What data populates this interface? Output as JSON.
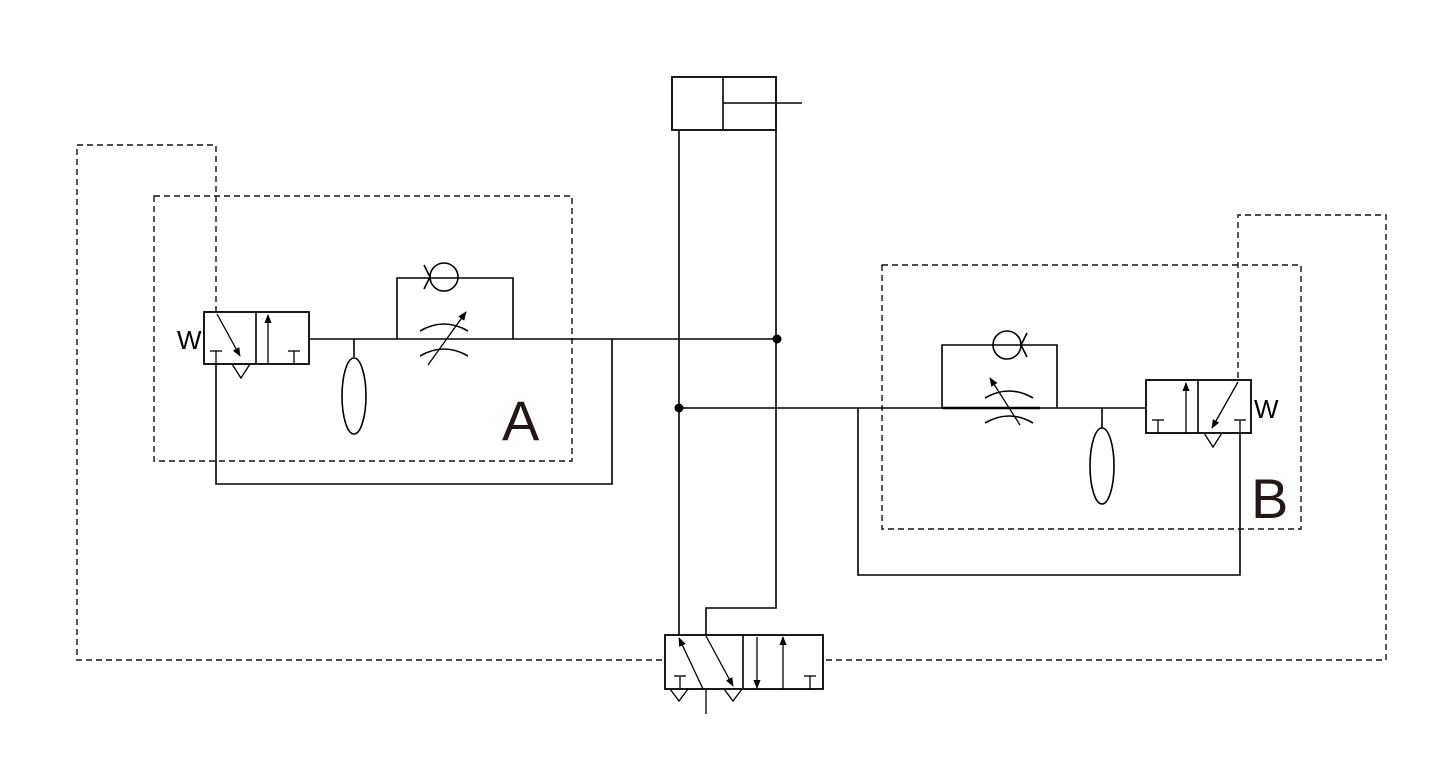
{
  "diagram": {
    "label_a": "A",
    "label_b": "B",
    "spring_left": "W",
    "spring_right": "W",
    "line_color": "#000000",
    "label_color": "#231815",
    "background": "#ffffff"
  }
}
